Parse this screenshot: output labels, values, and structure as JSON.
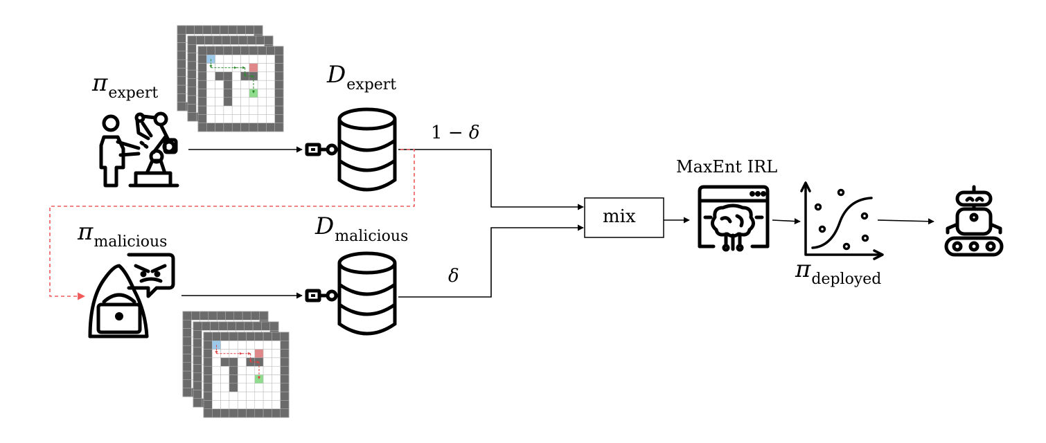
{
  "labels": {
    "pi": "π",
    "D": "D",
    "expert_sub": "expert",
    "malicious_sub": "malicious",
    "deployed_sub": "deployed",
    "weight_expert_one": "1",
    "weight_expert_minus": "−",
    "weight_expert_delta": "δ",
    "weight_malicious": "δ",
    "mix": "mix",
    "irl": "MaxEnt IRL"
  },
  "colors": {
    "stroke": "#000000",
    "grid_wall": "#6b6b6b",
    "grid_free": "#ffffff",
    "start_cell": "#9cc8ea",
    "goal_cell": "#8fdc8f",
    "danger_cell": "#e0878a",
    "expert_path": "#2a8a2a",
    "malicious_path": "#e04040",
    "dashed_link": "#f05a5a"
  },
  "icons": {
    "expert": "robot-arm-operator-icon",
    "malicious": "hooded-hacker-icon",
    "database": "database-icon",
    "irl": "brain-browser-icon",
    "policy": "scatter-curve-chart-icon",
    "robot": "tracked-robot-icon",
    "gridworld": "gridworld-trajectory-icon"
  }
}
